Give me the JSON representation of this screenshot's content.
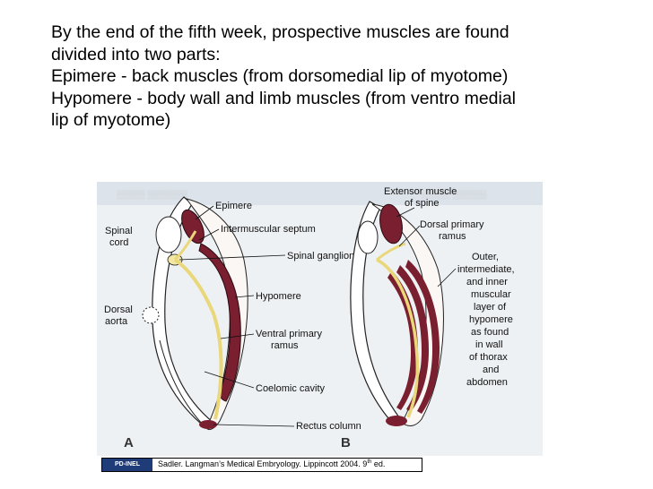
{
  "slide": {
    "lines": [
      "By the end of the fifth week, prospective muscles are found",
      "divided into two parts:",
      "Epimere - back muscles (from dorsomedial lip of myotome)",
      "Hypomere - body wall and limb muscles (from ventro medial",
      "lip of myotome)"
    ]
  },
  "figure": {
    "panel_a": "A",
    "panel_b": "B",
    "labels_a": {
      "epimere": "Epimere",
      "intermuscular_septum": "Intermuscular septum",
      "spinal": "Spinal",
      "cord": "cord",
      "spinal_ganglion": "Spinal ganglion",
      "hypomere": "Hypomere",
      "dorsal": "Dorsal",
      "aorta": "aorta",
      "ventral_primary": "Ventral primary",
      "ramus": "ramus",
      "coelomic_cavity": "Coelomic cavity",
      "rectus_column": "Rectus column"
    },
    "labels_b": {
      "extensor_1": "Extensor muscle",
      "extensor_2": "of spine",
      "dorsal_primary": "Dorsal primary",
      "ramus": "ramus",
      "layers": [
        "Outer,",
        "intermediate,",
        "and inner",
        "muscular",
        "layer of",
        "hypomere",
        "as found",
        "in wall",
        "of thorax",
        "and",
        "abdomen"
      ]
    },
    "colors": {
      "muscle": "#7a1f30",
      "nerve": "#e9d77a",
      "outline": "#222222"
    }
  },
  "caption": {
    "badge": "PD-INEL",
    "text": "Sadler. Langman’s Medical Embryology. Lippincott 2004. 9",
    "sup": "th",
    "suffix": " ed."
  }
}
